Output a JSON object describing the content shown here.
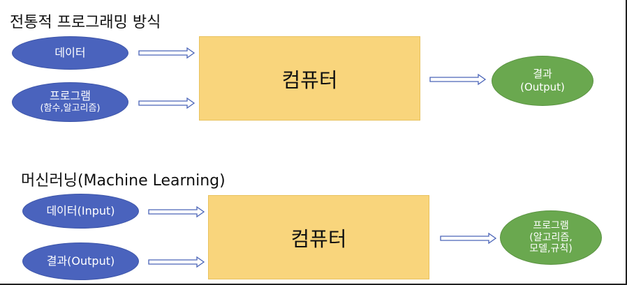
{
  "traditional": {
    "title": "전통적 프로그래밍 방식",
    "input_data": "데이터",
    "input_program_line1": "프로그램",
    "input_program_line2": "(함수,알고리즘)",
    "computer": "컴퓨터",
    "result_line1": "결과",
    "result_line2": "(Output)"
  },
  "ml": {
    "title": "머신러닝(Machine Learning)",
    "input_data": "데이터(Input)",
    "input_result": "결과(Output)",
    "computer": "컴퓨터",
    "output_line1": "프로그램",
    "output_line2": "(알고리즘,",
    "output_line3": "모델,규칙)"
  },
  "colors": {
    "input_ellipse": "#4a63bd",
    "output_ellipse": "#6aa84f",
    "computer_box": "#f9d57c",
    "arrow_outline": "#4a64b8"
  }
}
